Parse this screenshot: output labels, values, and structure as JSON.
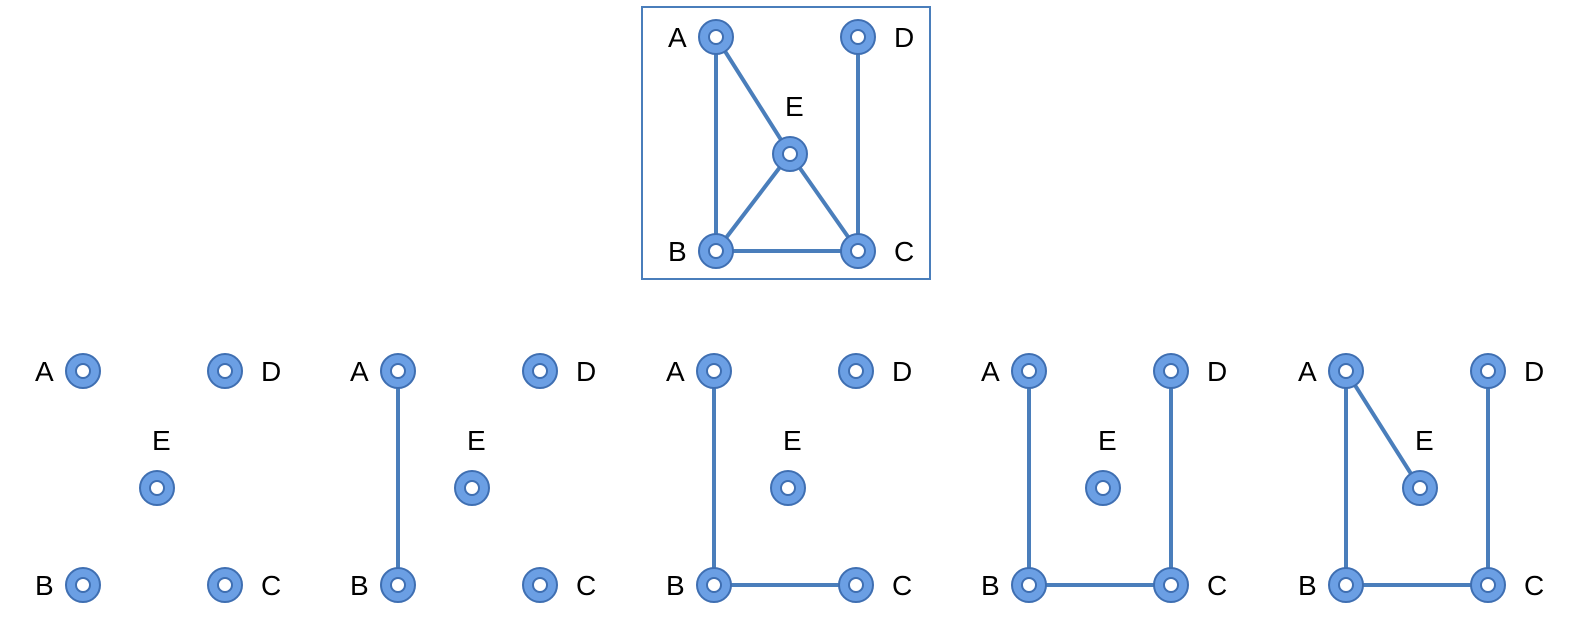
{
  "colors": {
    "edge": "#4a7ebb",
    "node_fill": "#6b9fe4",
    "node_stroke": "#3f6fb2",
    "frame": "#4a7ebb",
    "label": "#000000"
  },
  "graphs": [
    {
      "id": "main",
      "framed": true,
      "nodes": [
        "A",
        "B",
        "C",
        "D",
        "E"
      ],
      "edges": [
        [
          "A",
          "B"
        ],
        [
          "A",
          "E"
        ],
        [
          "B",
          "E"
        ],
        [
          "B",
          "C"
        ],
        [
          "C",
          "E"
        ],
        [
          "C",
          "D"
        ]
      ]
    },
    {
      "id": "step-1",
      "framed": false,
      "nodes": [
        "A",
        "B",
        "C",
        "D",
        "E"
      ],
      "edges": []
    },
    {
      "id": "step-2",
      "framed": false,
      "nodes": [
        "A",
        "B",
        "C",
        "D",
        "E"
      ],
      "edges": [
        [
          "A",
          "B"
        ]
      ]
    },
    {
      "id": "step-3",
      "framed": false,
      "nodes": [
        "A",
        "B",
        "C",
        "D",
        "E"
      ],
      "edges": [
        [
          "A",
          "B"
        ],
        [
          "B",
          "C"
        ]
      ]
    },
    {
      "id": "step-4",
      "framed": false,
      "nodes": [
        "A",
        "B",
        "C",
        "D",
        "E"
      ],
      "edges": [
        [
          "A",
          "B"
        ],
        [
          "B",
          "C"
        ],
        [
          "C",
          "D"
        ]
      ]
    },
    {
      "id": "step-5",
      "framed": false,
      "nodes": [
        "A",
        "B",
        "C",
        "D",
        "E"
      ],
      "edges": [
        [
          "A",
          "B"
        ],
        [
          "B",
          "C"
        ],
        [
          "C",
          "D"
        ],
        [
          "A",
          "E"
        ]
      ]
    }
  ]
}
